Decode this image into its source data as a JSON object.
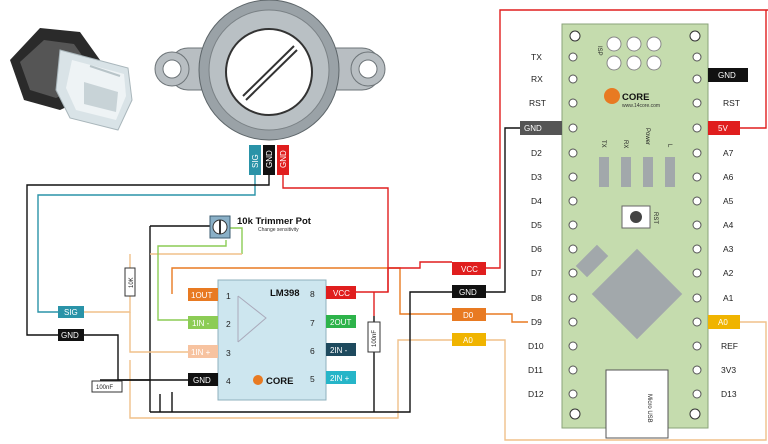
{
  "trimmer": {
    "title": "10k Trimmer Pot",
    "subtitle": "Change sensitivity"
  },
  "sensor_pins": [
    "SIG",
    "GND",
    "GND"
  ],
  "ic": {
    "name": "LM398",
    "left_pins": [
      {
        "num": "1",
        "tag": "1OUT",
        "color": "#e87a22"
      },
      {
        "num": "2",
        "tag": "1IN -",
        "color": "#8ccc55"
      },
      {
        "num": "3",
        "tag": "1IN +",
        "color": "#f7c3a0"
      },
      {
        "num": "4",
        "tag": "GND",
        "color": "#111111"
      }
    ],
    "right_pins": [
      {
        "num": "8",
        "tag": "VCC",
        "color": "#e01e1e"
      },
      {
        "num": "7",
        "tag": "2OUT",
        "color": "#2db34a"
      },
      {
        "num": "6",
        "tag": "2IN -",
        "color": "#1e4a5e"
      },
      {
        "num": "5",
        "tag": "2IN +",
        "color": "#26b5c8"
      }
    ],
    "logo": "CORE"
  },
  "labels": {
    "sig": "SIG",
    "gnd_left": "GND",
    "res10k": "10K",
    "cap_100nf_left": "100nF",
    "cap_100nf_right": "100nF"
  },
  "nano_tags": {
    "vcc": "VCC",
    "gnd": "GND",
    "d0": "D0",
    "a0": "A0",
    "gnd_top": "GND",
    "gnd_right": "GND",
    "v5": "5V",
    "a0_right": "A0"
  },
  "arduino": {
    "left_pins": [
      "TX",
      "RX",
      "RST",
      "GND",
      "D2",
      "D3",
      "D4",
      "D5",
      "D6",
      "D7",
      "D8",
      "D9",
      "D10",
      "D11",
      "D12"
    ],
    "right_pins": [
      "",
      "GND",
      "RST",
      "5V",
      "A7",
      "A6",
      "A5",
      "A4",
      "A3",
      "A2",
      "A1",
      "A0",
      "REF",
      "3V3",
      "D13"
    ],
    "isp": "ISP",
    "leds": [
      "TX",
      "RX",
      "Power",
      "L"
    ],
    "rst": "RST",
    "usb": "Micro USB",
    "logo": "CORE",
    "logo_url": "www.14core.com"
  }
}
